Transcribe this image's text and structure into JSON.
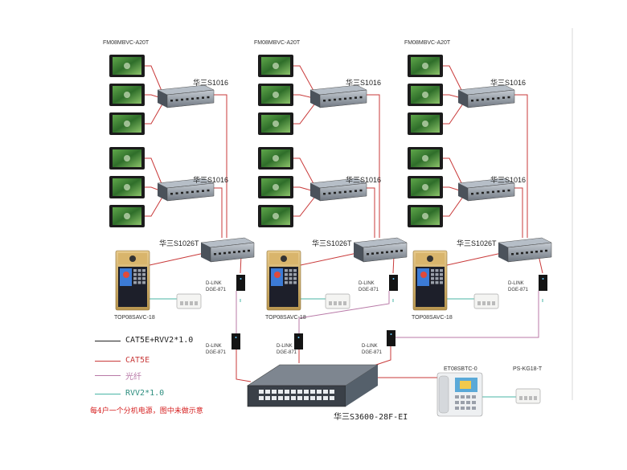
{
  "colors": {
    "cat5e_rvv": "#222222",
    "cat5e": "#c93a3a",
    "fiber": "#b879a7",
    "rvv": "#49b6a6",
    "note_red": "#d62020"
  },
  "buildings": [
    {
      "monitor_model": "FM08MBVC-A20T",
      "switch_top": "华三S1016",
      "switch_mid": "华三S1016",
      "switch_agg": "华三S1026T",
      "power_label_1": "D-LINK",
      "power_label_2": "DGE-871",
      "door_station": "TOP08SAVC-18"
    },
    {
      "monitor_model": "FM08MBVC-A20T",
      "switch_top": "华三S1016",
      "switch_mid": "华三S1016",
      "switch_agg": "华三S1026T",
      "power_label_1": "D-LINK",
      "power_label_2": "DGE-871",
      "door_station": "TOP08SAVC-18"
    },
    {
      "monitor_model": "FM08MBVC-A20T",
      "switch_top": "华三S1016",
      "switch_mid": "华三S1016",
      "switch_agg": "华三S1026T",
      "power_label_1": "D-LINK",
      "power_label_2": "DGE-871",
      "door_station": "TOP08SAVC-18"
    }
  ],
  "core": {
    "switch_label": "华三S3600-28F-EI",
    "converter_left_1": "D-LINK",
    "converter_left_2": "DGE-871",
    "converter_mid_1": "D-LINK",
    "converter_mid_2": "DGE-871",
    "converter_right_1": "D-LINK",
    "converter_right_2": "DGE-871"
  },
  "guard": {
    "station_label": "ET08SBTC-0",
    "power_label": "PS-KG18-T"
  },
  "legend": {
    "items": [
      {
        "label": "CAT5E+RVV2*1.0",
        "color": "#222222"
      },
      {
        "label": "CAT5E",
        "color": "#c93a3a"
      },
      {
        "label": "光纤",
        "color": "#b879a7"
      },
      {
        "label": "RVV2*1.0",
        "color": "#49b6a6"
      }
    ],
    "note": "每4户一个分机电源，图中未做示意"
  }
}
